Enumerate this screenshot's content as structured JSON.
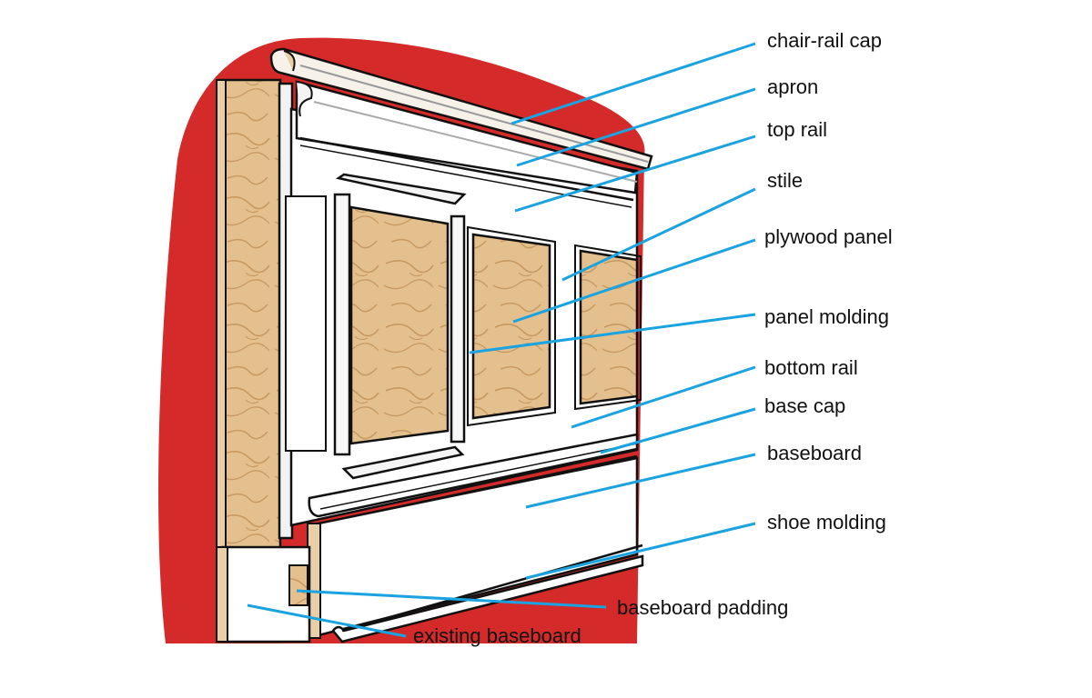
{
  "colors": {
    "wall": "#d42a2a",
    "leader": "#1aa3e0",
    "plywood": "#e4c08e",
    "trim": "#ffffff",
    "outline": "#111111"
  },
  "labels": [
    {
      "id": "chair-rail-cap",
      "text": "chair-rail cap"
    },
    {
      "id": "apron",
      "text": "apron"
    },
    {
      "id": "top-rail",
      "text": "top rail"
    },
    {
      "id": "stile",
      "text": "stile"
    },
    {
      "id": "plywood-panel",
      "text": "plywood panel"
    },
    {
      "id": "panel-molding",
      "text": "panel molding"
    },
    {
      "id": "bottom-rail",
      "text": "bottom rail"
    },
    {
      "id": "base-cap",
      "text": "base cap"
    },
    {
      "id": "baseboard",
      "text": "baseboard"
    },
    {
      "id": "shoe-molding",
      "text": "shoe molding"
    },
    {
      "id": "baseboard-padding",
      "text": "baseboard padding"
    },
    {
      "id": "existing-baseboard",
      "text": "existing baseboard"
    }
  ]
}
